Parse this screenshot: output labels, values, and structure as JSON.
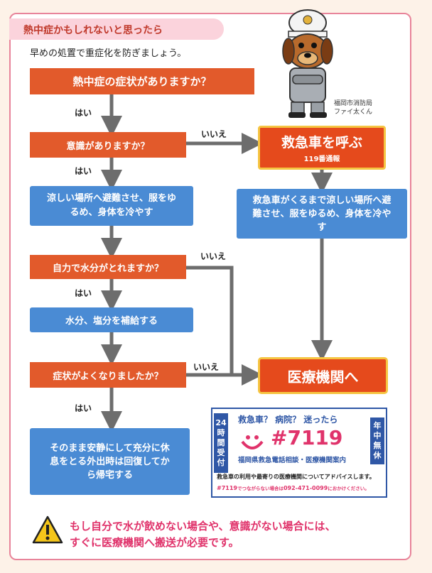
{
  "header": {
    "title": "熱中症かもしれないと思ったら",
    "subtitle": "早めの処置で重症化を防ぎましょう。"
  },
  "mascot": {
    "caption_line1": "福岡市消防局",
    "caption_line2": "ファイ太くん"
  },
  "flow": {
    "q1": "熱中症の症状がありますか？",
    "q2": "意識がありますか？",
    "a1": "涼しい場所へ避難させ、服をゆるめ、身体を冷やす",
    "q3": "自力で水分がとれますか？",
    "a2": "水分、塩分を補給する",
    "q4": "症状がよくなりましたか？",
    "a3": "そのまま安静にして充分に休息をとる外出時は回復してから帰宅する",
    "emergency_title": "救急車を呼ぶ",
    "emergency_sub": "119番通報",
    "emergency_action": "救急車がくるまで涼しい場所へ避難させ、服をゆるめ、身体を冷やす",
    "medical": "医療機関へ",
    "yes": "はい",
    "no": "いいえ"
  },
  "hotline": {
    "left_vertical": "24時間受付",
    "right_vertical": "年中無休",
    "question": "救急車？ 病院？ 迷ったら",
    "number": "#7119",
    "service_name": "福岡県救急電話相談・医療機関案内",
    "advice": "救急車の利用や最寄りの医療機関についてアドバイスします。",
    "alt_prefix": "#7119",
    "alt_middle": "でつながらない場合は",
    "alt_number": "092-471-0099",
    "alt_suffix": "におかけください。"
  },
  "warning": {
    "line1": "もし自分で水が飲めない場合や、意識がない場合には、",
    "line2": "すぐに医療機関へ搬送が必要です。"
  },
  "colors": {
    "red": "#e25a2b",
    "blue": "#4a8bd4",
    "pink_border": "#e8849a",
    "arrow": "#6d6d6d",
    "navy": "#2f57a6"
  }
}
